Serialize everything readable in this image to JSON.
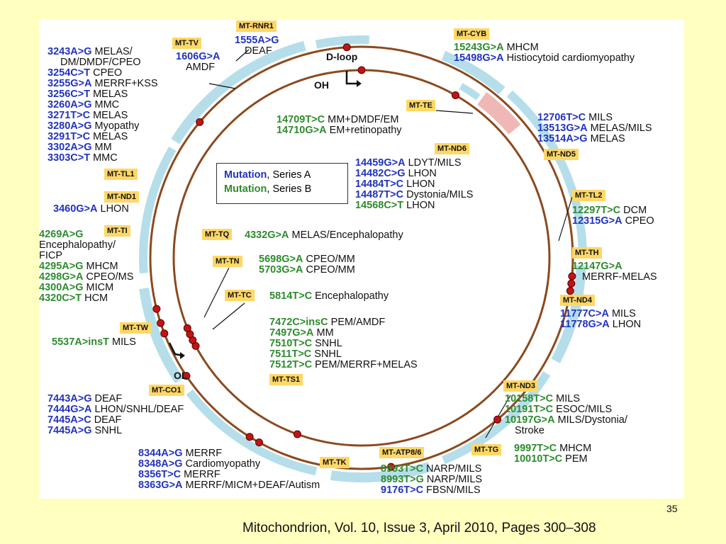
{
  "colors": {
    "series_a": "#2233bb",
    "series_b": "#2e8b2e",
    "gene_label_bg": "#ffd766",
    "ring": "#8b4a1f",
    "band": "#a8d8e6",
    "marker": "#c01515",
    "slide_bg": "#ffffc0"
  },
  "legend": {
    "series_a_word": "Mutation",
    "series_a_suffix": ", Series A",
    "series_b_word": "Mutation",
    "series_b_suffix": ", Series B"
  },
  "features": {
    "dloop": "D-loop",
    "oh": "OH",
    "ol": "OL"
  },
  "genes": {
    "rnr1": "MT-RNR1",
    "tv": "MT-TV",
    "cyb": "MT-CYB",
    "te": "MT-TE",
    "nd6": "MT-ND6",
    "nd5": "MT-ND5",
    "tl2": "MT-TL2",
    "th": "MT-TH",
    "nd4": "MT-ND4",
    "nd3": "MT-ND3",
    "tg": "MT-TG",
    "atp86": "MT-ATP8/6",
    "tk": "MT-TK",
    "co1": "MT-CO1",
    "ts1": "MT-TS1",
    "tw": "MT-TW",
    "tc": "MT-TC",
    "tn": "MT-TN",
    "tq": "MT-TQ",
    "ti": "MT-TI",
    "nd1": "MT-ND1",
    "tl1": "MT-TL1"
  },
  "mutations": {
    "rnr1": [
      {
        "code": "1555A>G",
        "desc": "",
        "series": "A"
      }
    ],
    "rnr1_note": "DEAF",
    "tv": [
      {
        "code": "1606G>A",
        "desc": "",
        "series": "A"
      }
    ],
    "tv_note": "AMDF",
    "tl1": [
      {
        "code": "3243A>G",
        "desc": " MELAS/",
        "series": "A"
      },
      {
        "code": "",
        "desc": "DM/DMDF/CPEO",
        "series": "A"
      },
      {
        "code": "3254C>T",
        "desc": " CPEO",
        "series": "A"
      },
      {
        "code": "3255G>A",
        "desc": " MERRF+KSS",
        "series": "A"
      },
      {
        "code": "3256C>T",
        "desc": " MELAS",
        "series": "A"
      },
      {
        "code": "3260A>G",
        "desc": " MMC",
        "series": "A"
      },
      {
        "code": "3271T>C",
        "desc": " MELAS",
        "series": "A"
      },
      {
        "code": "3280A>G",
        "desc": " Myopathy",
        "series": "A"
      },
      {
        "code": "3291T>C",
        "desc": " MELAS",
        "series": "A"
      },
      {
        "code": "3302A>G",
        "desc": " MM",
        "series": "A"
      },
      {
        "code": "3303C>T",
        "desc": " MMC",
        "series": "A"
      }
    ],
    "nd1": [
      {
        "code": "3460G>A",
        "desc": " LHON",
        "series": "A"
      }
    ],
    "ti": [
      {
        "code": "4269A>G",
        "desc": "",
        "series": "B"
      },
      {
        "code": "",
        "desc": "Encephalopathy/",
        "series": "B"
      },
      {
        "code": "",
        "desc": "FICP",
        "series": "B"
      },
      {
        "code": "4295A>G",
        "desc": " MHCM",
        "series": "B"
      },
      {
        "code": "4298G>A",
        "desc": " CPEO/MS",
        "series": "B"
      },
      {
        "code": "4300A>G",
        "desc": " MICM",
        "series": "B"
      },
      {
        "code": "4320C>T",
        "desc": " HCM",
        "series": "B"
      }
    ],
    "tw": [
      {
        "code": "5537A>insT",
        "desc": " MILS",
        "series": "B"
      }
    ],
    "co1": [
      {
        "code": "7443A>G",
        "desc": " DEAF",
        "series": "A"
      },
      {
        "code": "7444G>A",
        "desc": " LHON/SNHL/DEAF",
        "series": "A"
      },
      {
        "code": "7445A>C",
        "desc": " DEAF",
        "series": "A"
      },
      {
        "code": "7445A>G",
        "desc": " SNHL",
        "series": "A"
      }
    ],
    "tk": [
      {
        "code": "8344A>G",
        "desc": " MERRF",
        "series": "A"
      },
      {
        "code": "8348A>G",
        "desc": " Cardiomyopathy",
        "series": "A"
      },
      {
        "code": "8356T>C",
        "desc": " MERRF",
        "series": "A"
      },
      {
        "code": "8363G>A",
        "desc": " MERRF/MICM+DEAF/Autism",
        "series": "A"
      }
    ],
    "atp86": [
      {
        "code": "8993T>C",
        "desc": " NARP/MILS",
        "series": "B"
      },
      {
        "code": "8993T>G",
        "desc": " NARP/MILS",
        "series": "B"
      },
      {
        "code": "9176T>C",
        "desc": " FBSN/MILS",
        "series": "A"
      }
    ],
    "tg": [
      {
        "code": "9997T>C",
        "desc": " MHCM",
        "series": "B"
      },
      {
        "code": "10010T>C",
        "desc": " PEM",
        "series": "B"
      }
    ],
    "nd3": [
      {
        "code": "10158T>C",
        "desc": " MILS",
        "series": "B"
      },
      {
        "code": "10191T>C",
        "desc": " ESOC/MILS",
        "series": "B"
      },
      {
        "code": "10197G>A",
        "desc": " MILS/Dystonia/",
        "series": "B"
      },
      {
        "code": "",
        "desc": "Stroke",
        "series": "B"
      }
    ],
    "nd4": [
      {
        "code": "11777C>A",
        "desc": " MILS",
        "series": "A"
      },
      {
        "code": "11778G>A",
        "desc": " LHON",
        "series": "A"
      }
    ],
    "th": [
      {
        "code": "12147G>A",
        "desc": "",
        "series": "B"
      },
      {
        "code": "",
        "desc": "MERRF-MELAS",
        "series": "B"
      }
    ],
    "tl2": [
      {
        "code": "12297T>C",
        "desc": " DCM",
        "series": "B"
      },
      {
        "code": "12315G>A",
        "desc": " CPEO",
        "series": "A"
      }
    ],
    "nd5": [
      {
        "code": "12706T>C",
        "desc": " MILS",
        "series": "A"
      },
      {
        "code": "13513G>A",
        "desc": " MELAS/MILS",
        "series": "A"
      },
      {
        "code": "13514A>G",
        "desc": " MELAS",
        "series": "A"
      }
    ],
    "cyb": [
      {
        "code": "15243G>A",
        "desc": " MHCM",
        "series": "B"
      },
      {
        "code": "15498G>A",
        "desc": " Histiocytoid cardiomyopathy",
        "series": "A"
      }
    ],
    "te": [
      {
        "code": "14709T>C",
        "desc": " MM+DMDF/EM",
        "series": "B"
      },
      {
        "code": "14710G>A",
        "desc": " EM+retinopathy",
        "series": "B"
      }
    ],
    "nd6": [
      {
        "code": "14459G>A",
        "desc": " LDYT/MILS",
        "series": "A"
      },
      {
        "code": "14482C>G",
        "desc": " LHON",
        "series": "A"
      },
      {
        "code": "14484T>C",
        "desc": " LHON",
        "series": "A"
      },
      {
        "code": "14487T>C",
        "desc": " Dystonia/MILS",
        "series": "A"
      },
      {
        "code": "14568C>T",
        "desc": " LHON",
        "series": "B"
      }
    ],
    "tq": [
      {
        "code": "4332G>A",
        "desc": " MELAS/Encephalopathy",
        "series": "B"
      }
    ],
    "tn": [
      {
        "code": "5698G>A",
        "desc": " CPEO/MM",
        "series": "B"
      },
      {
        "code": "5703G>A",
        "desc": " CPEO/MM",
        "series": "B"
      }
    ],
    "tc": [
      {
        "code": "5814T>C",
        "desc": " Encephalopathy",
        "series": "B"
      }
    ],
    "ts1": [
      {
        "code": "7472C>insC",
        "desc": " PEM/AMDF",
        "series": "B"
      },
      {
        "code": "7497G>A",
        "desc": " MM",
        "series": "B"
      },
      {
        "code": "7510T>C",
        "desc": " SNHL",
        "series": "B"
      },
      {
        "code": "7511T>C",
        "desc": " SNHL",
        "series": "B"
      },
      {
        "code": "7512T>C",
        "desc": " PEM/MERRF+MELAS",
        "series": "B"
      }
    ]
  },
  "page_number": "35",
  "citation": "Mitochondrion, Vol. 10, Issue 3, April 2010, Pages 300–308"
}
